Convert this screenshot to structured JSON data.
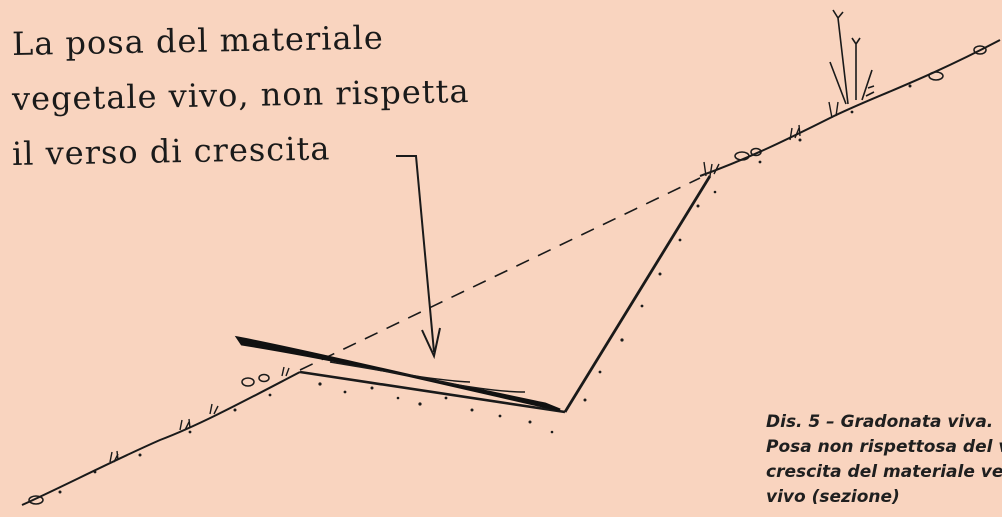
{
  "annotation": {
    "lines": [
      "La posa del materiale",
      "vegetale vivo, non rispetta",
      "il verso di crescita"
    ]
  },
  "caption": {
    "lines": [
      "Dis. 5 – Gradonata viva.",
      "Posa non rispettosa del verso di",
      "crescita del materiale vegetale",
      "vivo (sezione)"
    ]
  },
  "colors": {
    "background": "#f9d4bf",
    "ink": "#1a1a1a"
  }
}
